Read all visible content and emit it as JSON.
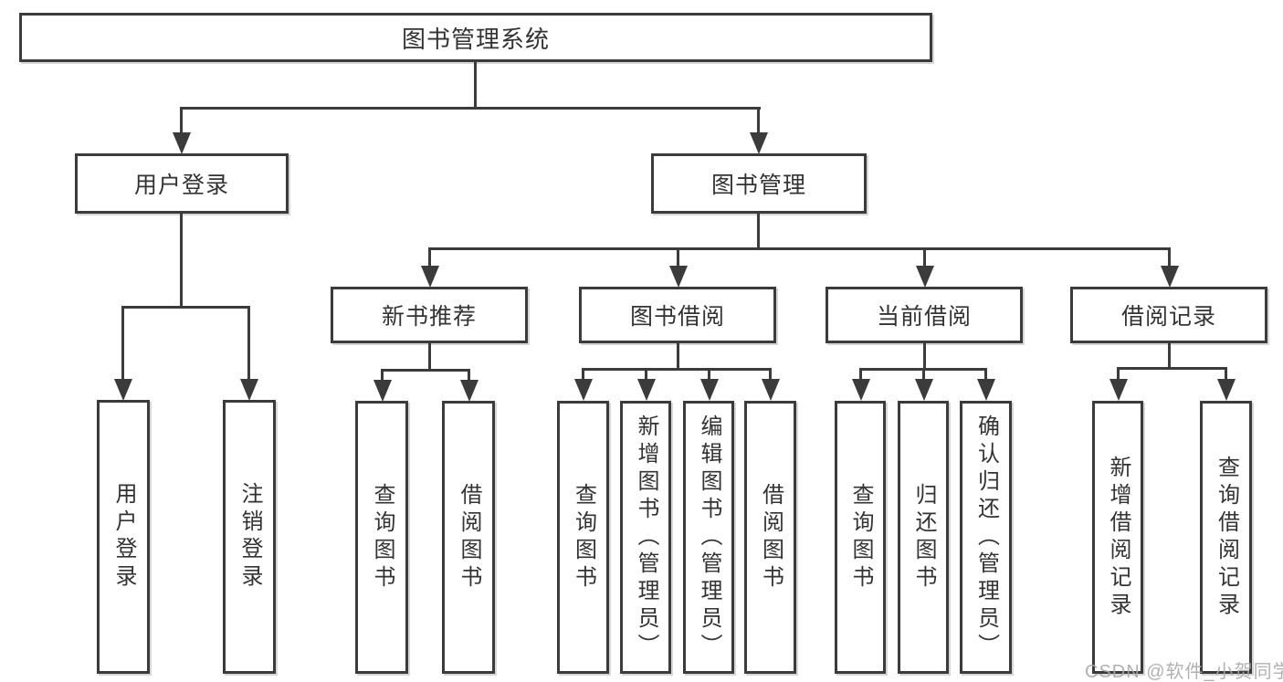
{
  "diagram": {
    "root": {
      "label": "图书管理系统"
    },
    "branches": [
      {
        "label": "用户登录",
        "children": [
          {
            "label": "用户登录"
          },
          {
            "label": "注销登录"
          }
        ]
      },
      {
        "label": "图书管理",
        "children": [
          {
            "label": "新书推荐",
            "children": [
              {
                "label": "查询图书"
              },
              {
                "label": "借阅图书"
              }
            ]
          },
          {
            "label": "图书借阅",
            "children": [
              {
                "label": "查询图书"
              },
              {
                "label": "新增图书（管理员）"
              },
              {
                "label": "编辑图书（管理员）"
              },
              {
                "label": "借阅图书"
              }
            ]
          },
          {
            "label": "当前借阅",
            "children": [
              {
                "label": "查询图书"
              },
              {
                "label": "归还图书"
              },
              {
                "label": "确认归还（管理员）"
              }
            ]
          },
          {
            "label": "借阅记录",
            "children": [
              {
                "label": "新增借阅记录"
              },
              {
                "label": "查询借阅记录"
              }
            ]
          }
        ]
      }
    ],
    "watermark": "CSDN @软件_小贺同学",
    "colors": {
      "line": "#3b3b3b",
      "text": "#333333",
      "background": "#ffffff",
      "watermark": "#a8a8a8"
    }
  }
}
